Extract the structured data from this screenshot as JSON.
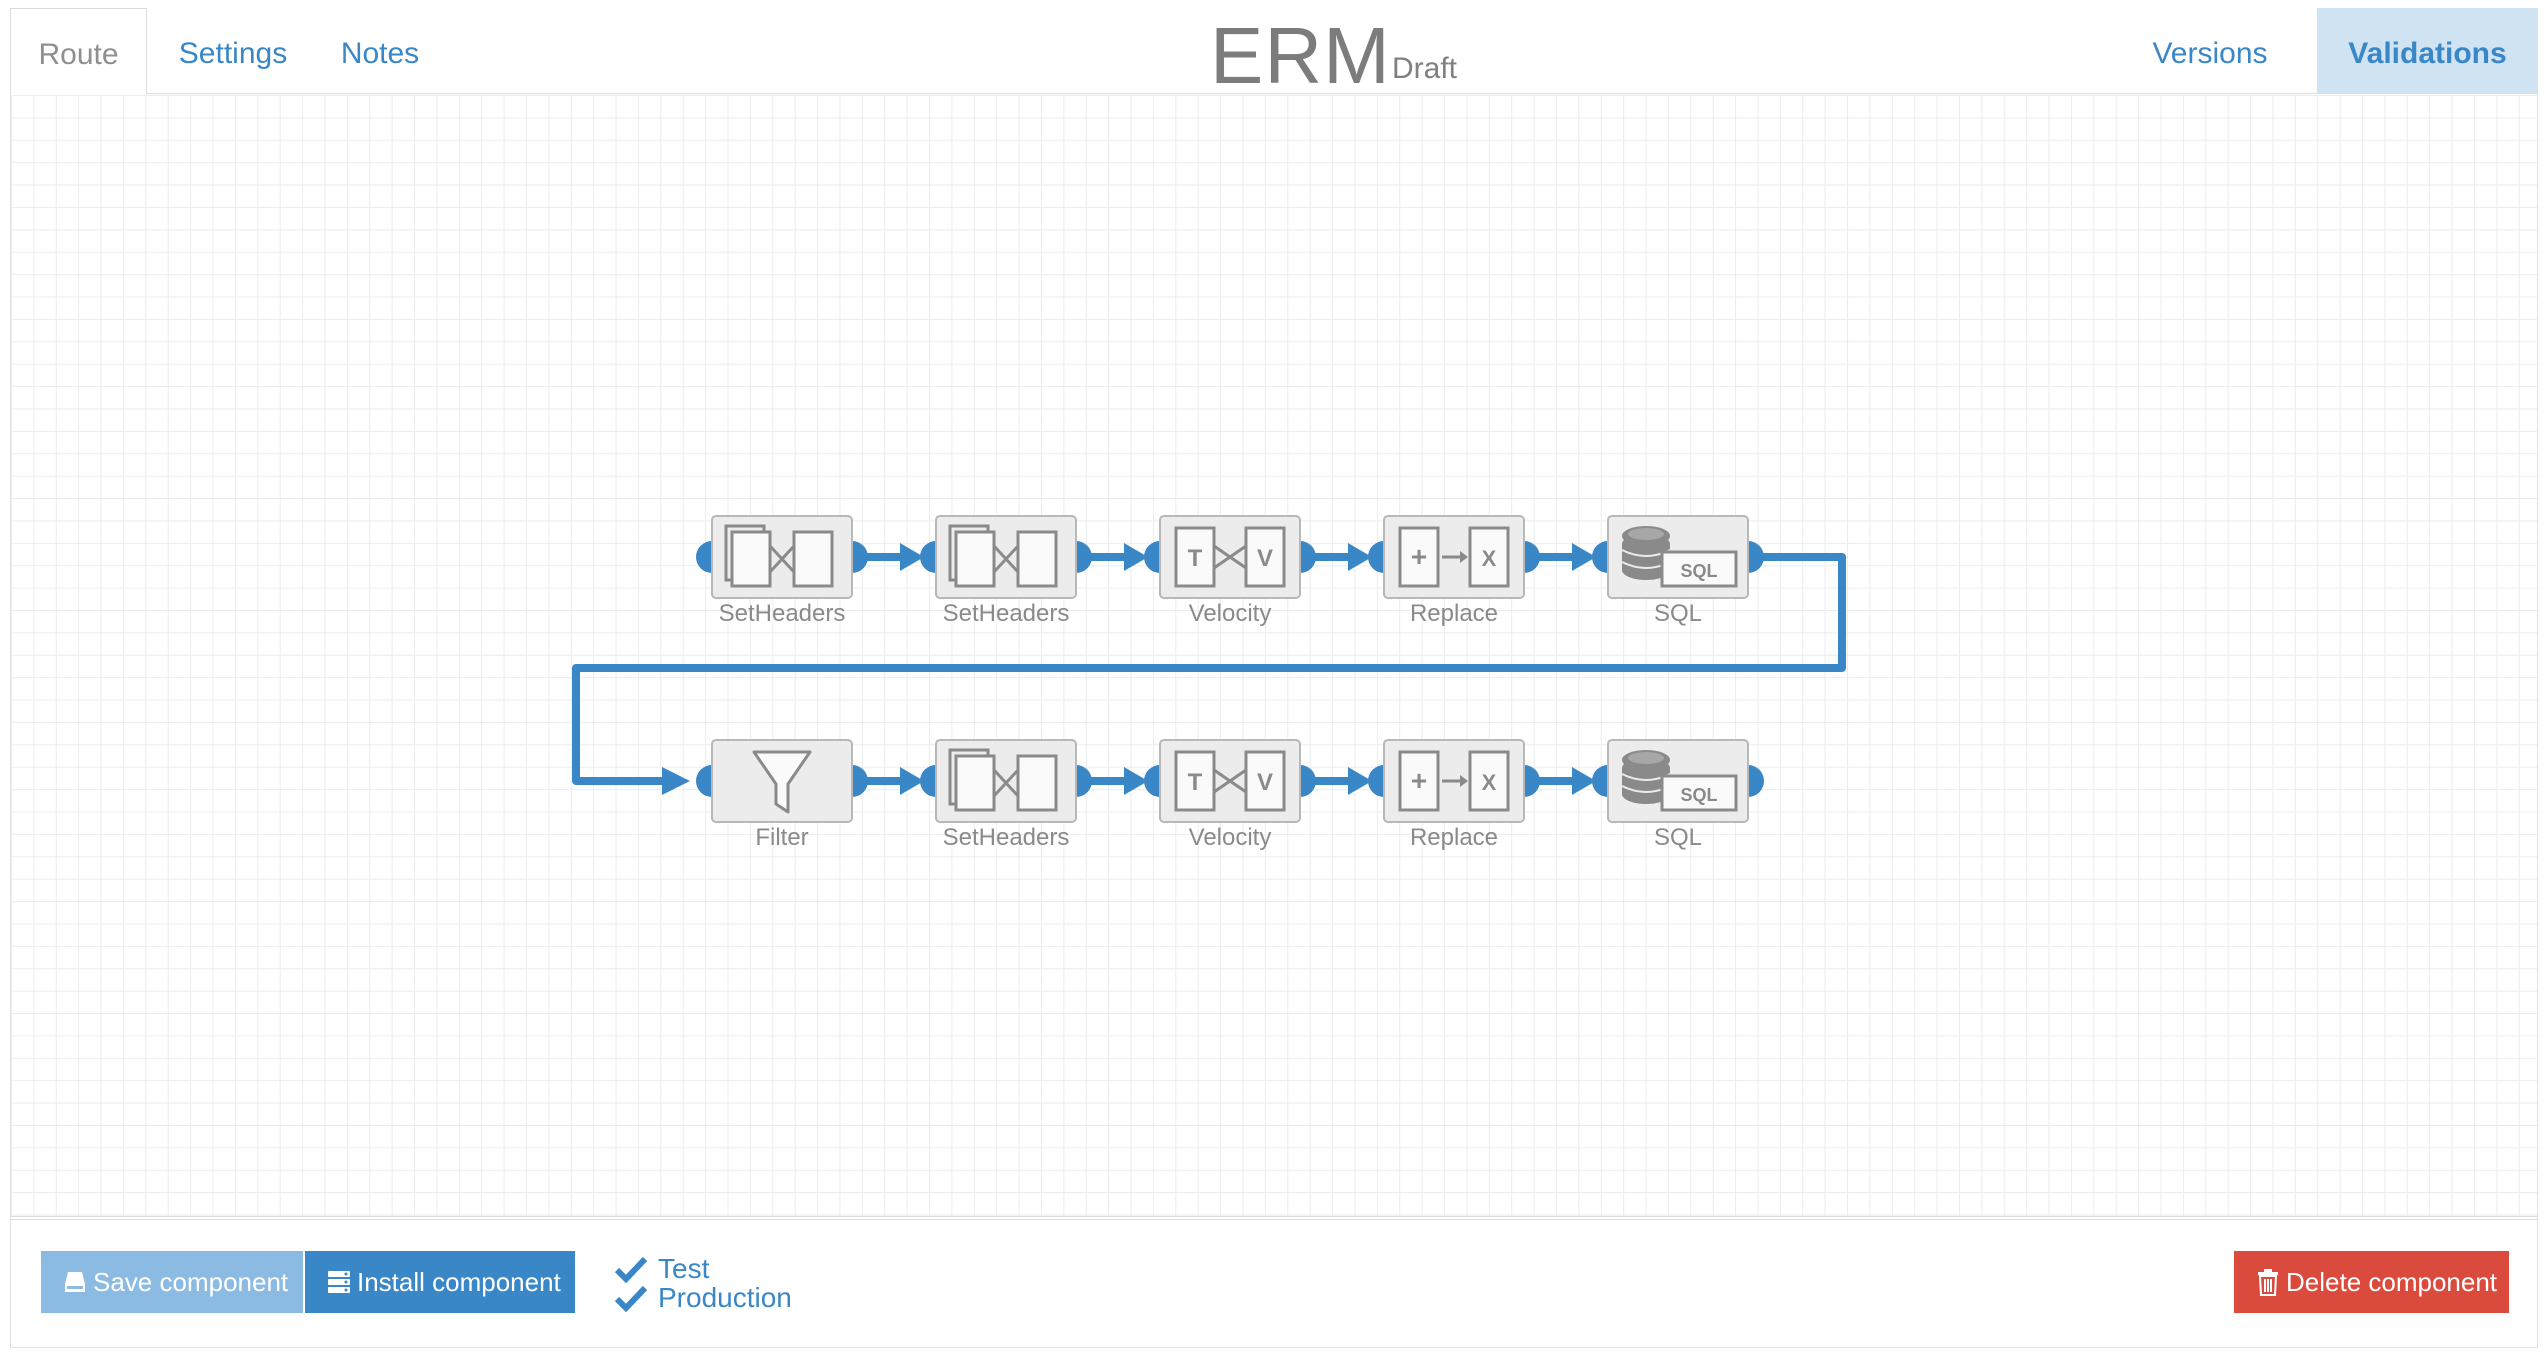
{
  "header": {
    "tabs_left": [
      {
        "label": "Route"
      },
      {
        "label": "Settings"
      },
      {
        "label": "Notes"
      }
    ],
    "title": "ERM",
    "status": "Draft",
    "tabs_right": [
      {
        "label": "Versions"
      },
      {
        "label": "Validations"
      }
    ]
  },
  "flow": {
    "row1": [
      {
        "label": "SetHeaders",
        "icon": "set-headers-icon"
      },
      {
        "label": "SetHeaders",
        "icon": "set-headers-icon"
      },
      {
        "label": "Velocity",
        "icon": "velocity-icon"
      },
      {
        "label": "Replace",
        "icon": "replace-icon"
      },
      {
        "label": "SQL",
        "icon": "sql-icon"
      }
    ],
    "row2": [
      {
        "label": "Filter",
        "icon": "filter-icon"
      },
      {
        "label": "SetHeaders",
        "icon": "set-headers-icon"
      },
      {
        "label": "Velocity",
        "icon": "velocity-icon"
      },
      {
        "label": "Replace",
        "icon": "replace-icon"
      },
      {
        "label": "SQL",
        "icon": "sql-icon"
      }
    ],
    "icon_text": {
      "velocity_t": "T",
      "velocity_v": "V",
      "replace_plus": "+",
      "replace_x": "X",
      "sql": "SQL"
    }
  },
  "footer": {
    "save_label": "Save component",
    "install_label": "Install component",
    "environments": [
      "Test",
      "Production"
    ],
    "delete_label": "Delete component"
  },
  "colors": {
    "accent": "#3a87c8",
    "accent_light": "#8bbbe3",
    "danger": "#db4b3d",
    "tab_highlight": "#cfe3f3",
    "node_fill": "#ececec",
    "node_stroke": "#8a8a8a"
  }
}
